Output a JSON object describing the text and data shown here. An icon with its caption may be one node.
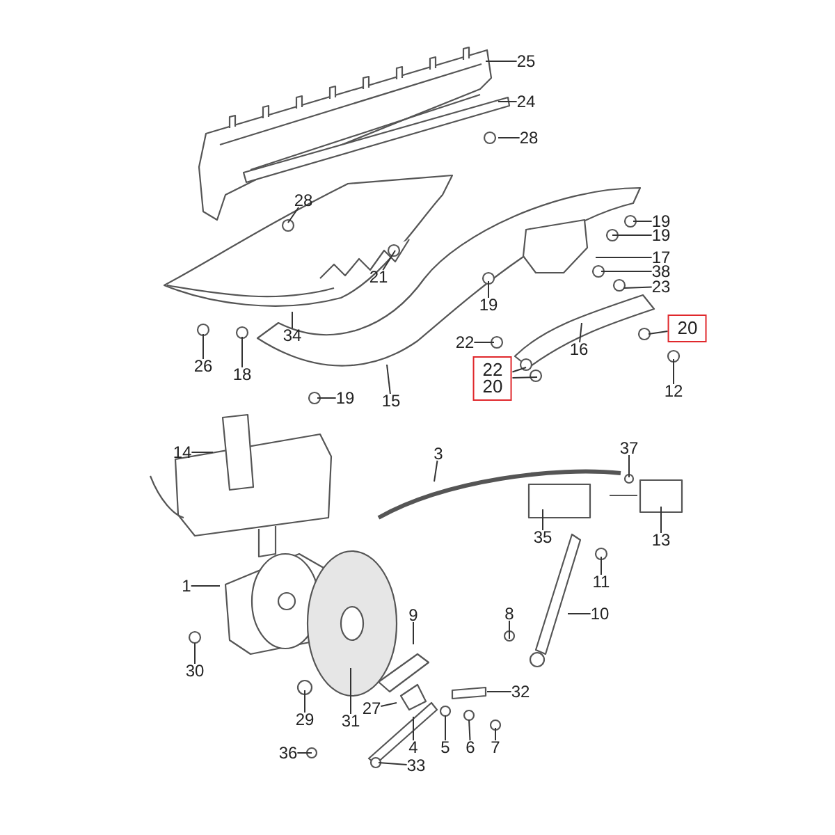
{
  "diagram": {
    "nodes": [
      {
        "text": [
          "25"
        ]
      },
      {
        "text": [
          "24"
        ]
      },
      {
        "text": [
          "28"
        ]
      },
      {
        "text": [
          "28"
        ]
      },
      {
        "text": [
          "19"
        ]
      },
      {
        "text": [
          "19"
        ]
      },
      {
        "text": [
          "17"
        ]
      },
      {
        "text": [
          "38"
        ]
      },
      {
        "text": [
          "21"
        ]
      },
      {
        "text": [
          "23"
        ]
      },
      {
        "text": [
          "19"
        ]
      },
      {
        "text": [
          "20"
        ]
      },
      {
        "text": [
          "34"
        ]
      },
      {
        "text": [
          "22"
        ]
      },
      {
        "text": [
          "16"
        ]
      },
      {
        "text": [
          "22",
          "20"
        ]
      },
      {
        "text": [
          "26"
        ]
      },
      {
        "text": [
          "18"
        ]
      },
      {
        "text": [
          "12"
        ]
      },
      {
        "text": [
          "19"
        ]
      },
      {
        "text": [
          "15"
        ]
      },
      {
        "text": [
          "14"
        ]
      },
      {
        "text": [
          "3"
        ]
      },
      {
        "text": [
          "37"
        ]
      },
      {
        "text": [
          "35"
        ]
      },
      {
        "text": [
          "13"
        ]
      },
      {
        "text": [
          "11"
        ]
      },
      {
        "text": [
          "1"
        ]
      },
      {
        "text": [
          "9"
        ]
      },
      {
        "text": [
          "8"
        ]
      },
      {
        "text": [
          "10"
        ]
      },
      {
        "text": [
          "30"
        ]
      },
      {
        "text": [
          "32"
        ]
      },
      {
        "text": [
          "27"
        ]
      },
      {
        "text": [
          "31"
        ]
      },
      {
        "text": [
          "29"
        ]
      },
      {
        "text": [
          "4"
        ]
      },
      {
        "text": [
          "5"
        ]
      },
      {
        "text": [
          "6"
        ]
      },
      {
        "text": [
          "7"
        ]
      },
      {
        "text": [
          "36"
        ]
      },
      {
        "text": [
          "33"
        ]
      }
    ],
    "edges": [
      {
        "from": 0,
        "to": null,
        "arrow": "none"
      },
      {
        "from": 1,
        "to": null,
        "arrow": "none"
      },
      {
        "from": 2,
        "to": null,
        "arrow": "none"
      },
      {
        "from": 3,
        "to": null,
        "arrow": "none"
      },
      {
        "from": 4,
        "to": null,
        "arrow": "none"
      },
      {
        "from": 5,
        "to": null,
        "arrow": "none"
      },
      {
        "from": 6,
        "to": null,
        "arrow": "none"
      },
      {
        "from": 7,
        "to": null,
        "arrow": "none"
      },
      {
        "from": 8,
        "to": null,
        "arrow": "none"
      },
      {
        "from": 9,
        "to": null,
        "arrow": "none"
      },
      {
        "from": 10,
        "to": null,
        "arrow": "none"
      },
      {
        "from": 11,
        "to": null,
        "arrow": "none"
      },
      {
        "from": 12,
        "to": null,
        "arrow": "none"
      },
      {
        "from": 13,
        "to": null,
        "arrow": "none"
      },
      {
        "from": 14,
        "to": null,
        "arrow": "none"
      },
      {
        "from": 15,
        "to": null,
        "arrow": "none"
      },
      {
        "from": 15,
        "to": null,
        "arrow": "none"
      },
      {
        "from": 16,
        "to": null,
        "arrow": "none"
      },
      {
        "from": 17,
        "to": null,
        "arrow": "none"
      },
      {
        "from": 18,
        "to": null,
        "arrow": "none"
      },
      {
        "from": 19,
        "to": null,
        "arrow": "none"
      },
      {
        "from": 20,
        "to": null,
        "arrow": "none"
      },
      {
        "from": 21,
        "to": null,
        "arrow": "none"
      },
      {
        "from": 22,
        "to": null,
        "arrow": "none"
      },
      {
        "from": 23,
        "to": null,
        "arrow": "none"
      },
      {
        "from": 24,
        "to": null,
        "arrow": "none"
      },
      {
        "from": 25,
        "to": null,
        "arrow": "none"
      },
      {
        "from": 26,
        "to": null,
        "arrow": "none"
      },
      {
        "from": 27,
        "to": null,
        "arrow": "none"
      },
      {
        "from": 28,
        "to": null,
        "arrow": "none"
      },
      {
        "from": 29,
        "to": null,
        "arrow": "none"
      },
      {
        "from": 30,
        "to": null,
        "arrow": "none"
      },
      {
        "from": 31,
        "to": null,
        "arrow": "none"
      },
      {
        "from": 32,
        "to": null,
        "arrow": "none"
      },
      {
        "from": 33,
        "to": null,
        "arrow": "none"
      },
      {
        "from": 34,
        "to": null,
        "arrow": "none"
      },
      {
        "from": 35,
        "to": null,
        "arrow": "none"
      },
      {
        "from": 36,
        "to": null,
        "arrow": "none"
      },
      {
        "from": 37,
        "to": null,
        "arrow": "none"
      },
      {
        "from": 38,
        "to": null,
        "arrow": "none"
      },
      {
        "from": 39,
        "to": null,
        "arrow": "none"
      },
      {
        "from": 40,
        "to": null,
        "arrow": "none"
      },
      {
        "from": 41,
        "to": null,
        "arrow": "none"
      }
    ]
  }
}
